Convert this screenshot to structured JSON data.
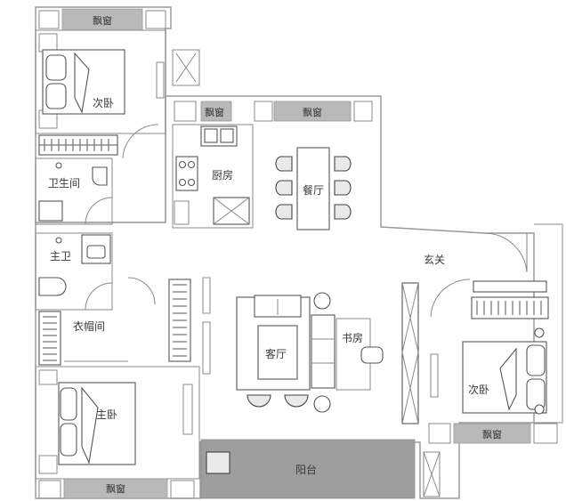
{
  "rooms": {
    "bay_window_top": "飘窗",
    "bedroom_2_left": "次卧",
    "bathroom_guest": "卫生间",
    "bathroom_master": "主卫",
    "cloakroom": "衣帽间",
    "master_bedroom": "主卧",
    "bay_window_bottom_left": "飘窗",
    "bay_window_kitchen": "飘窗",
    "bay_window_dining": "飘窗",
    "kitchen": "厨房",
    "dining": "餐厅",
    "entrance": "玄关",
    "living": "客厅",
    "study": "书房",
    "balcony": "阳台",
    "bedroom_2_right": "次卧",
    "bay_window_right": "飘窗"
  }
}
